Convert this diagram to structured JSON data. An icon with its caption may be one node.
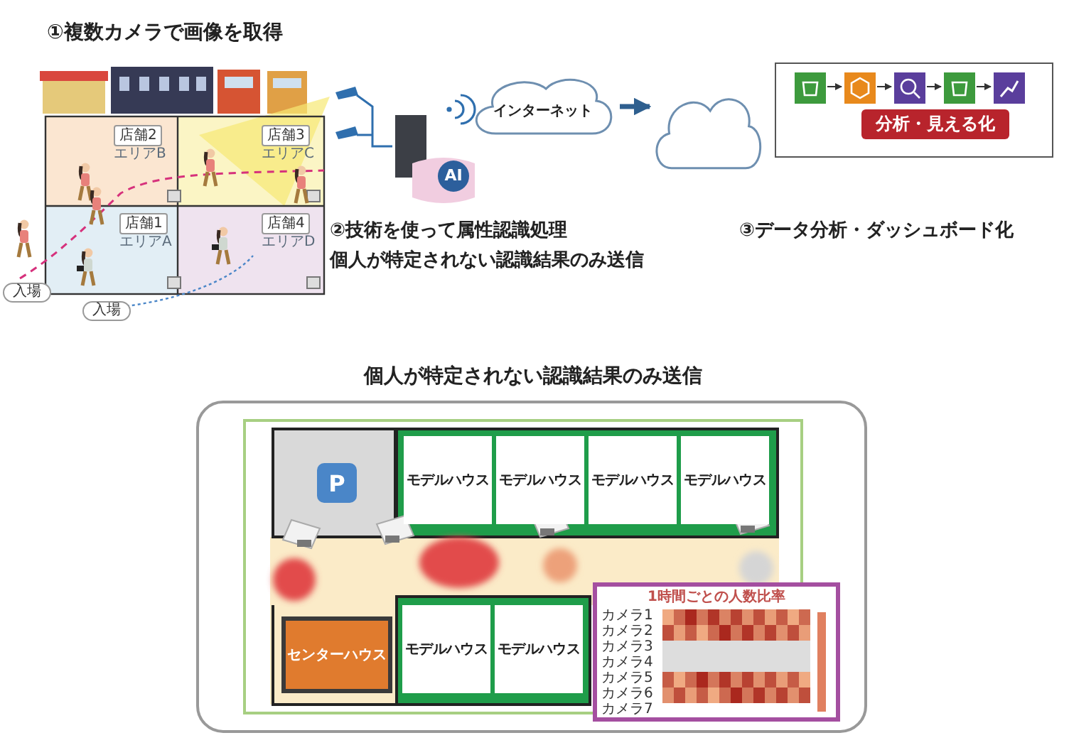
{
  "diagram": {
    "nodes": [
      {
        "text": [
          "インターネット"
        ]
      },
      {
        "text": [],
        "shape": "cloud"
      },
      {
        "text": [
          "分析・見える化"
        ]
      },
      {
        "text": [],
        "shape": "picture",
        "in": 2
      },
      {
        "text": [],
        "shape": "picture",
        "in": 2
      },
      {
        "text": [],
        "shape": "picture",
        "in": 2
      },
      {
        "text": [],
        "shape": "picture",
        "in": 2
      },
      {
        "text": [],
        "shape": "picture",
        "in": 2
      },
      {
        "text": [
          "P"
        ]
      },
      {
        "text": [
          "モデルハウス"
        ]
      },
      {
        "text": [
          "モデルハウス"
        ]
      },
      {
        "text": [
          "モデルハウス"
        ]
      },
      {
        "text": [
          "モデルハウス"
        ]
      },
      {
        "text": [
          "センターハウス"
        ]
      },
      {
        "text": [
          "モデルハウス"
        ]
      },
      {
        "text": [
          "モデルハウス"
        ]
      }
    ],
    "edges": [
      {
        "from": 0,
        "to": 1,
        "arrow": "to",
        "style": "thick",
        "color": "#2e5f8f"
      },
      {
        "from": 3,
        "to": 4,
        "arrow": "to"
      },
      {
        "from": 4,
        "to": 5,
        "arrow": "to"
      },
      {
        "from": 5,
        "to": 6,
        "arrow": "to"
      },
      {
        "from": 6,
        "to": 7,
        "arrow": "to"
      }
    ],
    "labels": [
      "①複数カメラで画像を取得",
      "店舗2",
      "エリアB",
      "店舗3",
      "エリアC",
      "店舗1",
      "エリアA",
      "店舗4",
      "エリアD",
      "入場",
      "入場",
      "AI",
      "②技術を使って属性認識処理",
      "個人が特定されない認識結果のみ送信",
      "③データ分析・ダッシュボード化",
      "個人が特定されない認識結果のみ送信",
      "1時間ごとの人数比率",
      "カメラ1",
      "カメラ2",
      "カメラ3",
      "カメラ4",
      "カメラ5",
      "カメラ6",
      "カメラ7"
    ]
  }
}
